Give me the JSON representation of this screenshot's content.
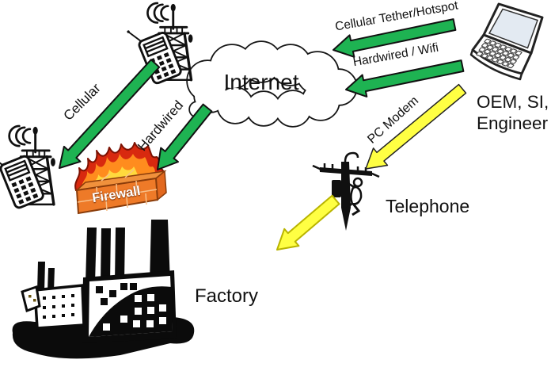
{
  "labels": {
    "internet": "Internet",
    "oem_si_line1": "OEM, SI,",
    "oem_si_line2": "Engineer",
    "telephone": "Telephone",
    "factory": "Factory",
    "firewall": "Firewall"
  },
  "arrows": {
    "cellular": {
      "label": "Cellular"
    },
    "hardwired": {
      "label": "Hardwired"
    },
    "cellular_tether": {
      "label": "Cellular Tether/Hotspot"
    },
    "hardwired_wifi": {
      "label": "Hardwired / Wifi"
    },
    "pc_modem": {
      "label": "PC Modem"
    },
    "telephone_line": {}
  },
  "colors": {
    "arrow_green": "#1eb352",
    "arrow_yellow": "#ffff43",
    "firewall_brick": "#ee7a28",
    "firewall_brick_top": "#f0913c",
    "firewall_brick_side": "#e2681e",
    "flame_red": "#d8290f",
    "flame_orange": "#ff8c1e",
    "flame_yellow": "#ffd93d",
    "label_text": "#111111"
  },
  "icons": {
    "top_cell": "cell-tower-phone-icon",
    "left_cell": "cell-tower-phone-icon",
    "cloud": "internet-cloud-shape",
    "laptop": "laptop-icon",
    "firewall": "firewall-bricks-flames-icon",
    "telephone_pole": "telephone-pole-lineman-icon",
    "factory": "factory-silhouette-icon"
  }
}
